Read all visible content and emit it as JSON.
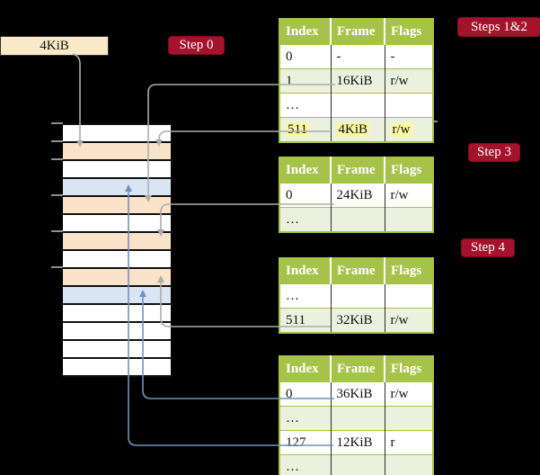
{
  "page_size_box": {
    "label": "4KiB"
  },
  "step_labels": {
    "step0": "Step 0",
    "steps12": "Steps 1&2",
    "step3": "Step 3",
    "step4": "Step 4"
  },
  "colors": {
    "background": "#000000",
    "badge_crimson": "#A4122B",
    "table_header_green": "#A5C249",
    "table_row_green": "#ECF1DF",
    "highlight_yellow": "#FBF7A3",
    "frame_orange": "#FBE3C9",
    "frame_blue": "#DAE5F4",
    "box_cream": "#FAE9C8",
    "arrow_gray": "#ACACAC",
    "arrow_blue": "#7191BE"
  },
  "memory": {
    "rows": [
      "white",
      "orange",
      "white",
      "blue",
      "orange",
      "white",
      "orange",
      "white",
      "orange",
      "blue",
      "white",
      "white",
      "white",
      "white"
    ]
  },
  "tables": [
    {
      "id": "level1",
      "columns": [
        "Index",
        "Frame",
        "Flags"
      ],
      "rows": [
        {
          "cells": [
            "0",
            "-",
            "-"
          ]
        },
        {
          "cells": [
            "1",
            "16KiB",
            "r/w"
          ]
        },
        {
          "cells": [
            "…",
            "",
            ""
          ]
        },
        {
          "cells": [
            "511",
            "4KiB",
            "r/w"
          ],
          "highlight": true
        }
      ]
    },
    {
      "id": "level2-step3",
      "columns": [
        "Index",
        "Frame",
        "Flags"
      ],
      "rows": [
        {
          "cells": [
            "0",
            "24KiB",
            "r/w"
          ]
        },
        {
          "cells": [
            "…",
            "",
            ""
          ]
        }
      ]
    },
    {
      "id": "level2-step4",
      "columns": [
        "Index",
        "Frame",
        "Flags"
      ],
      "rows": [
        {
          "cells": [
            "…",
            "",
            ""
          ]
        },
        {
          "cells": [
            "511",
            "32KiB",
            "r/w"
          ]
        }
      ]
    },
    {
      "id": "level2-final",
      "columns": [
        "Index",
        "Frame",
        "Flags"
      ],
      "rows": [
        {
          "cells": [
            "0",
            "36KiB",
            "r/w"
          ]
        },
        {
          "cells": [
            "…",
            "",
            ""
          ]
        },
        {
          "cells": [
            "127",
            "12KiB",
            "r"
          ]
        },
        {
          "cells": [
            "…",
            "",
            ""
          ]
        }
      ]
    }
  ],
  "connectors": [
    {
      "from": "4KiB label box",
      "to": "memory frame row 2 (4KiB)",
      "color": "gray"
    },
    {
      "from": "level1 entry 1 → 16KiB",
      "to": "memory frame row 5 (16KiB)",
      "color": "gray"
    },
    {
      "from": "level1 entry 511 → 4KiB",
      "to": "memory frame row 2 (4KiB)",
      "color": "gray"
    },
    {
      "from": "level2-step3 entry 0 → 24KiB",
      "to": "memory frame row 7 (24KiB)",
      "color": "gray"
    },
    {
      "from": "level2-step4 entry 511 → 32KiB",
      "to": "memory frame row 9 (32KiB)",
      "color": "gray"
    },
    {
      "from": "level2-final entry 0 → 36KiB",
      "to": "memory frame row 10 (36KiB)",
      "color": "blue"
    },
    {
      "from": "level2-final entry 127 → 12KiB",
      "to": "memory frame row 4 (12KiB)",
      "color": "blue"
    }
  ]
}
